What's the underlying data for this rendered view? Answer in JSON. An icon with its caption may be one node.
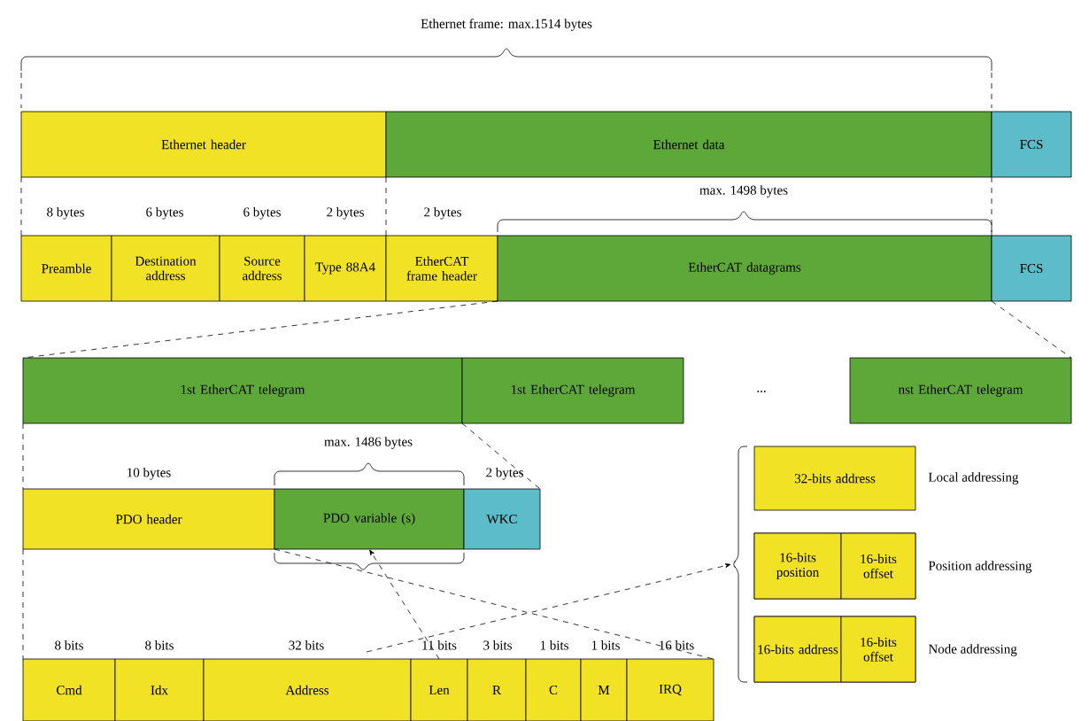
{
  "diagram": {
    "nodes": [
      {
        "text": [
          "Ethernet header"
        ]
      },
      {
        "text": [
          "Ethernet data"
        ]
      },
      {
        "text": [
          "FCS"
        ]
      },
      {
        "text": [
          "Preamble"
        ],
        "beside": [
          "8 bytes"
        ]
      },
      {
        "text": [
          "Destination address"
        ],
        "beside": [
          "6 bytes"
        ]
      },
      {
        "text": [
          "Source address"
        ],
        "beside": [
          "6 bytes"
        ]
      },
      {
        "text": [
          "Type 88A4"
        ],
        "beside": [
          "2 bytes"
        ]
      },
      {
        "text": [
          "EtherCAT frame header"
        ],
        "beside": [
          "2 bytes"
        ]
      },
      {
        "text": [
          "EtherCAT datagrams"
        ]
      },
      {
        "text": [
          "FCS"
        ]
      },
      {
        "text": [
          "1st EtherCAT telegram"
        ]
      },
      {
        "text": [
          "1st EtherCAT telegram"
        ]
      },
      {
        "text": [
          "nst EtherCAT telegram"
        ]
      },
      {
        "text": [
          "PDO header"
        ],
        "beside": [
          "10 bytes"
        ]
      },
      {
        "text": [
          "PDO variable (s)"
        ]
      },
      {
        "text": [
          "WKC"
        ],
        "beside": [
          "2 bytes"
        ]
      },
      {
        "text": [
          "Cmd"
        ],
        "beside": [
          "8 bits"
        ]
      },
      {
        "text": [
          "Idx"
        ],
        "beside": [
          "8 bits"
        ]
      },
      {
        "text": [
          "Address"
        ],
        "beside": [
          "32 bits"
        ]
      },
      {
        "text": [
          "Len"
        ],
        "beside": [
          "11 bits"
        ]
      },
      {
        "text": [
          "R"
        ],
        "beside": [
          "3 bits"
        ]
      },
      {
        "text": [
          "C"
        ],
        "beside": [
          "1 bits"
        ]
      },
      {
        "text": [
          "M"
        ],
        "beside": [
          "1 bits"
        ]
      },
      {
        "text": [
          "IRQ"
        ],
        "beside": [
          "16 bits"
        ]
      },
      {
        "text": [],
        "shape": "brace"
      },
      {
        "text": [
          "32-bits address"
        ],
        "beside": [
          "Local addressing"
        ]
      },
      {
        "text": [],
        "shape": "box",
        "beside": [
          "Position addressing"
        ]
      },
      {
        "text": [
          "16-bits position"
        ],
        "in": 26
      },
      {
        "text": [
          "16-bits offset"
        ],
        "in": 26
      },
      {
        "text": [],
        "shape": "box",
        "beside": [
          "Node addressing"
        ]
      },
      {
        "text": [
          "16-bits address"
        ],
        "in": 29
      },
      {
        "text": [
          "16-bits offset"
        ],
        "in": 29
      }
    ],
    "edges": [
      {
        "from": 0,
        "to": 3,
        "arrow": "none",
        "style": "dashed"
      },
      {
        "from": 1,
        "to": 7,
        "arrow": "none",
        "style": "dashed"
      },
      {
        "from": 1,
        "to": 8,
        "arrow": "none",
        "style": "dashed"
      },
      {
        "from": 7,
        "to": 10,
        "arrow": "none",
        "style": "dashed"
      },
      {
        "from": 8,
        "to": 12,
        "arrow": "none",
        "style": "dashed"
      },
      {
        "from": 10,
        "to": 13,
        "arrow": "none",
        "style": "dashed"
      },
      {
        "from": 13,
        "to": 16,
        "arrow": "none",
        "style": "dashed"
      },
      {
        "from": 10,
        "to": 15,
        "arrow": "none",
        "style": "dashed"
      },
      {
        "from": 19,
        "to": 14,
        "arrow": "to",
        "style": "dashed"
      },
      {
        "from": 14,
        "to": 23,
        "arrow": "none",
        "style": "dashed"
      },
      {
        "from": 18,
        "to": 24,
        "arrow": "to",
        "style": "dashed"
      }
    ],
    "labels": [
      "Ethernet frame: max.1514 bytes",
      "max. 1498 bytes",
      "...",
      "max. 1486 bytes"
    ]
  }
}
